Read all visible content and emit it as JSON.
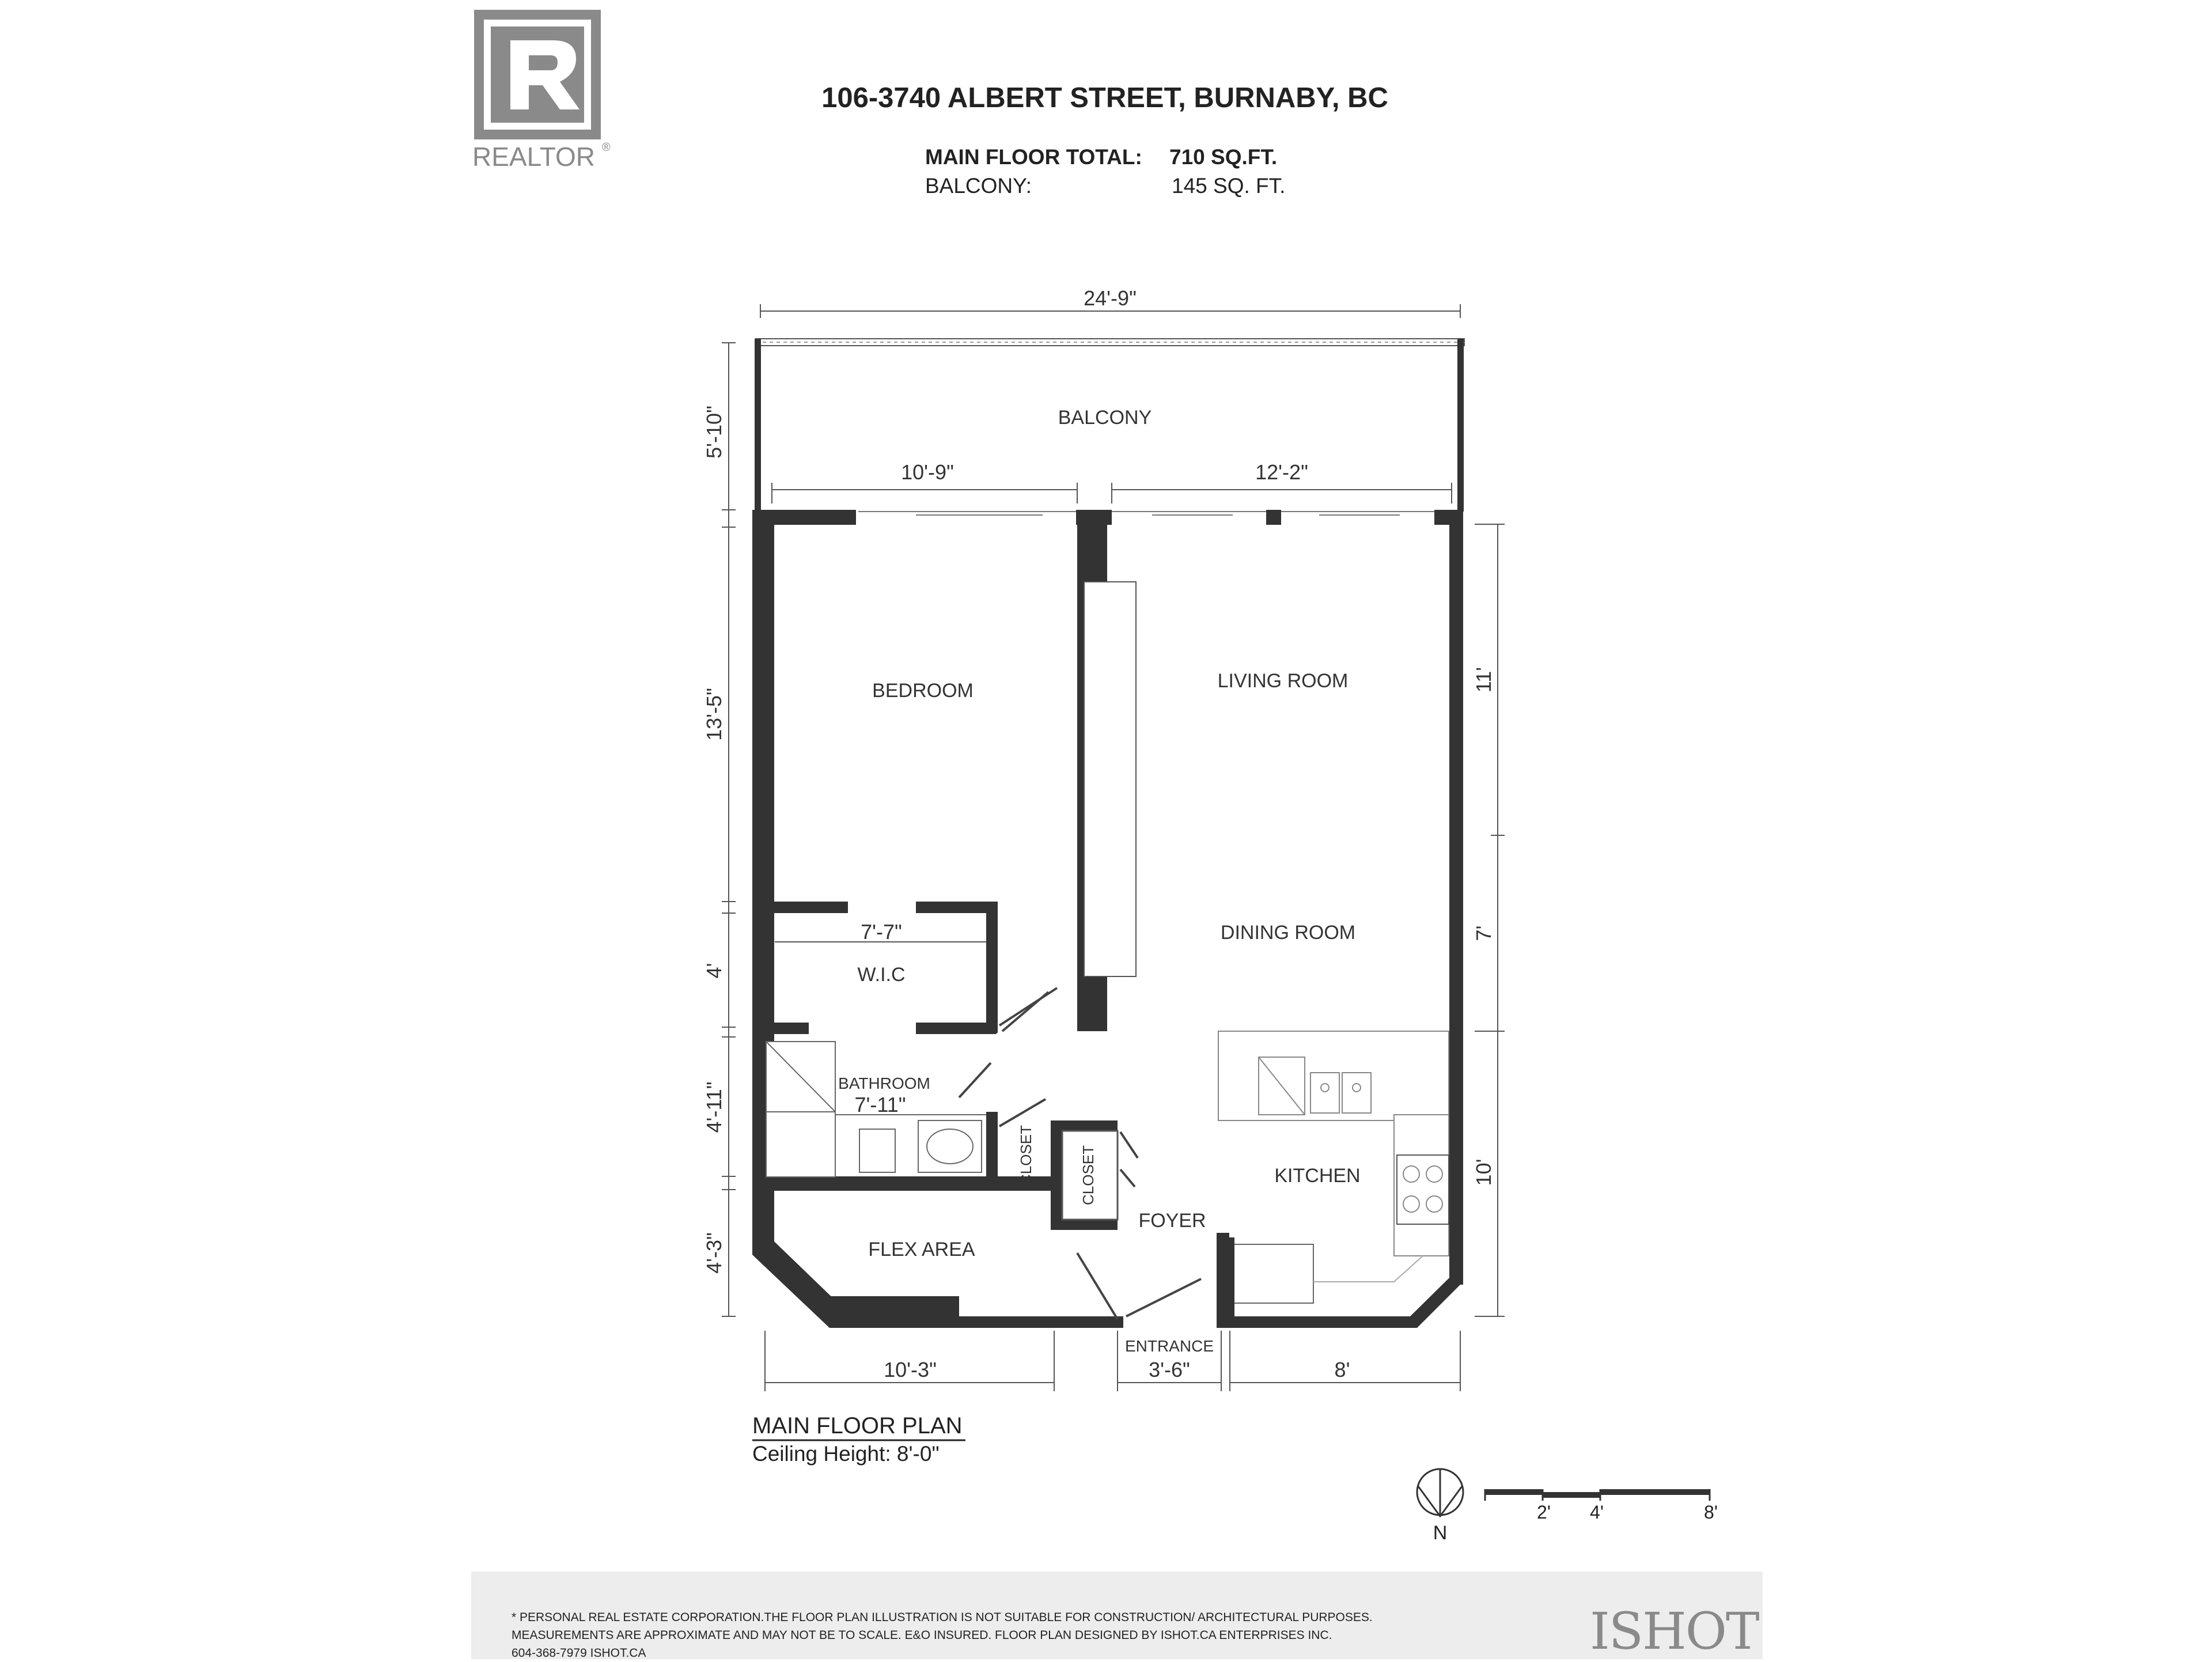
{
  "header": {
    "realtor_logo": {
      "letter": "R",
      "text": "REALTOR",
      "mark": "®"
    },
    "address": "106-3740 ALBERT STREET, BURNABY, BC",
    "area_rows": [
      {
        "label": "MAIN FLOOR TOTAL:",
        "value": "710 SQ.FT."
      },
      {
        "label": "BALCONY:",
        "value": "145 SQ. FT."
      }
    ]
  },
  "rooms": {
    "balcony": "BALCONY",
    "bedroom": "BEDROOM",
    "living_room": "LIVING ROOM",
    "dining_room": "DINING ROOM",
    "wic": "W.I.C",
    "bathroom": "BATHROOM",
    "closet_1": "CLOSET",
    "closet_2": "CLOSET",
    "kitchen": "KITCHEN",
    "foyer": "FOYER",
    "flex_area": "FLEX AREA",
    "entrance": "ENTRANCE"
  },
  "dimensions": {
    "top_total": "24'-9\"",
    "balcony_depth": "5'-10\"",
    "bedroom_width": "10'-9\"",
    "living_width": "12'-2\"",
    "bedroom_depth": "13'-5\"",
    "wic_depth": "4'",
    "bath_depth": "4'-11\"",
    "flex_depth": "4'-3\"",
    "wic_width": "7'-7\"",
    "bath_width": "7'-11\"",
    "living_depth": "11'",
    "dining_depth": "7'",
    "kitchen_depth": "10'",
    "bottom_left": "10'-3\"",
    "bottom_entrance": "3'-6\"",
    "bottom_right": "8'"
  },
  "plan_caption": {
    "title": "MAIN FLOOR PLAN",
    "ceiling": "Ceiling Height: 8'-0\""
  },
  "compass": {
    "north": "N"
  },
  "scale_bar": {
    "ticks": [
      "2'",
      "4'",
      "8'"
    ]
  },
  "footer": {
    "lines": [
      "* PERSONAL REAL ESTATE CORPORATION.THE FLOOR PLAN ILLUSTRATION IS NOT SUITABLE FOR CONSTRUCTION/ ARCHITECTURAL PURPOSES.",
      "MEASUREMENTS ARE APPROXIMATE AND MAY NOT BE TO SCALE. E&O INSURED. FLOOR PLAN DESIGNED BY ISHOT.CA ENTERPRISES INC.",
      "604-368-7979  ISHOT.CA"
    ],
    "brand": "ISHOT"
  },
  "colors": {
    "wall": "#333333",
    "line": "#555555",
    "footer_bg": "#ededed",
    "logo_gray": "#8a8a8a"
  }
}
